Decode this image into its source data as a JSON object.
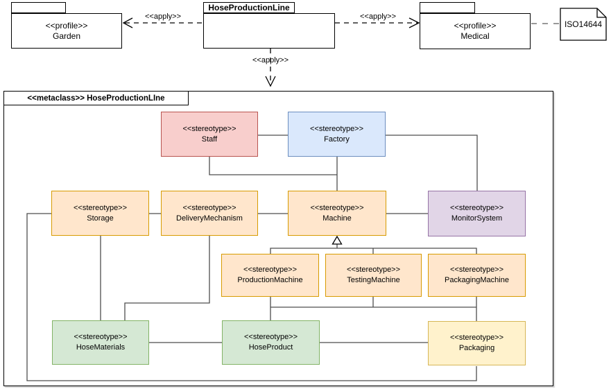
{
  "palette": {
    "red_fill": "#f8cecc",
    "red_stroke": "#b85450",
    "blue_fill": "#dae8fc",
    "blue_stroke": "#6c8ebf",
    "orange_fill": "#ffe6cc",
    "orange_stroke": "#d79b00",
    "purple_fill": "#e1d5e7",
    "purple_stroke": "#9673a6",
    "green_fill": "#d5e8d4",
    "green_stroke": "#82b366",
    "yellow_fill": "#fff2cc",
    "yellow_stroke": "#d6b656",
    "connector": "#4d4d4d"
  },
  "top": {
    "garden_package": {
      "stereotype": "<<profile>>",
      "name": "Garden"
    },
    "main_package": {
      "name": "HoseProductionLine"
    },
    "medical_package": {
      "stereotype": "<<profile>>",
      "name": "Medical"
    },
    "note": {
      "text": "ISO14644"
    },
    "apply_label_left": "<<apply>>",
    "apply_label_right": "<<apply>>",
    "apply_label_down": "<<apply>>"
  },
  "frame": {
    "title": "<<metaclass>> HoseProductionLIne",
    "nodes": [
      {
        "stereotype": "<<stereotype>>",
        "name": "Staff"
      },
      {
        "stereotype": "<<stereotype>>",
        "name": "Factory"
      },
      {
        "stereotype": "<<stereotype>>",
        "name": "Storage"
      },
      {
        "stereotype": "<<stereotype>>",
        "name": "DeliveryMechanism"
      },
      {
        "stereotype": "<<stereotype>>",
        "name": "Machine"
      },
      {
        "stereotype": "<<stereotype>>",
        "name": "MonitorSystem"
      },
      {
        "stereotype": "<<stereotype>>",
        "name": "ProductionMachine"
      },
      {
        "stereotype": "<<stereotype>>",
        "name": "TestingMachine"
      },
      {
        "stereotype": "<<stereotype>>",
        "name": "PackagingMachine"
      },
      {
        "stereotype": "<<stereotype>>",
        "name": "HoseMaterials"
      },
      {
        "stereotype": "<<stereotype>>",
        "name": "HoseProduct"
      },
      {
        "stereotype": "<<stereotype>>",
        "name": "Packaging"
      }
    ]
  }
}
